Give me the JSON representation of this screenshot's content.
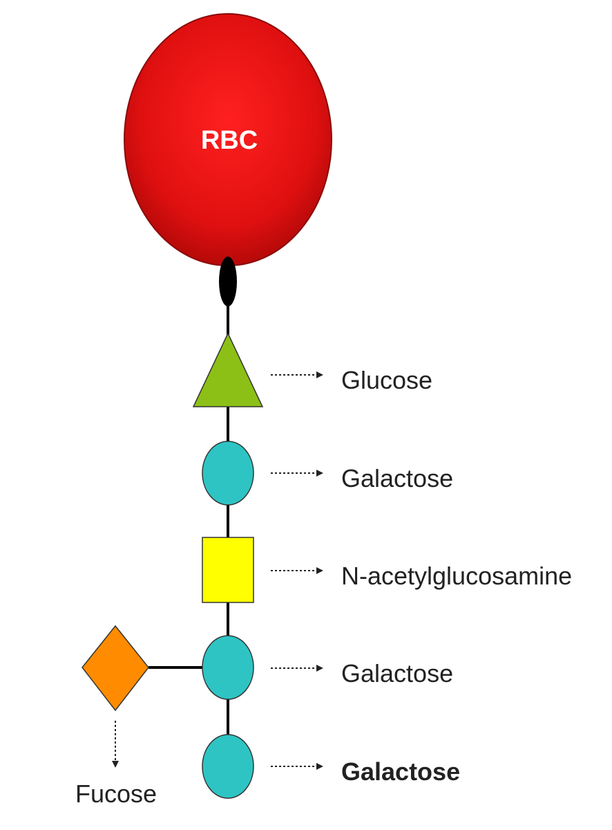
{
  "rbc": {
    "label": "RBC",
    "color": "#e01010"
  },
  "chain": [
    {
      "shape": "triangle",
      "label": "Glucose",
      "color": "#8cc016",
      "label_color": "#222222"
    },
    {
      "shape": "circle",
      "label": "Galactose",
      "color": "#2ec4c4",
      "label_color": "#222222"
    },
    {
      "shape": "square",
      "label": "N-acetylglucosamine",
      "color": "#ffff00",
      "label_color": "#222222"
    },
    {
      "shape": "circle",
      "label": "Galactose",
      "color": "#2ec4c4",
      "label_color": "#222222"
    },
    {
      "shape": "circle",
      "label": "Galactose",
      "color": "#2ec4c4",
      "label_color": "#1aa0a0"
    }
  ],
  "branch": {
    "shape": "diamond",
    "label": "Fucose",
    "color": "#ff8c00"
  },
  "link_color": "#000000"
}
